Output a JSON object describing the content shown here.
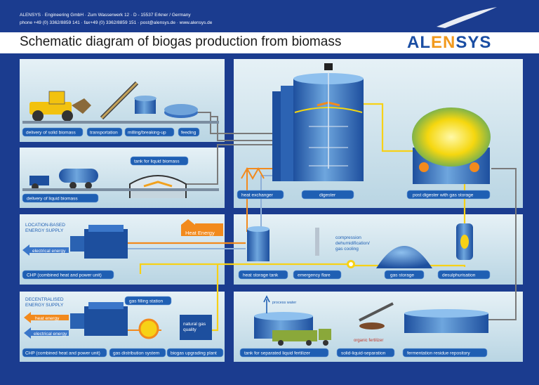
{
  "header": {
    "address_line1": "ALENSYS · Engineering GmbH · Zum Wasserwerk 12 · D - 15537 Erkner / Germany",
    "address_line2": "phone +49 (0) 3362/8859 141 · fax+49 (0) 3362/8859 151 · post@alensys.de · www.alensys.de",
    "title": "Schematic diagram of biogas production from biomass",
    "logo_part1": "AL",
    "logo_part2": "EN",
    "logo_part3": "SYS"
  },
  "colors": {
    "background": "#1b3c8f",
    "panel": "#cfe4ee",
    "label_box": "#1f5fb3",
    "heat_pipe": "#f28a1d",
    "gas_pipe": "#f7d117",
    "water_pipe": "#7a7a7a",
    "logo_blue": "#1b4ea3",
    "logo_orange": "#f29a1d"
  },
  "labels": {
    "delivery_solid": "delivery of solid biomass",
    "transportation": "transportation",
    "milling": "milling/breaking-up",
    "feeding": "feeding",
    "tank_liquid": "tank for liquid biomass",
    "delivery_liquid": "delivery of liquid biomass",
    "heat_exchanger": "heat exchanger",
    "digester": "digester",
    "post_digester": "post digester with gas storage",
    "location_based_1": "LOCATION-BASED",
    "location_based_2": "ENERGY SUPPLY",
    "heat_energy_upper": "Heat Energy",
    "electrical_energy_1": "electrical energy",
    "chp_1": "CHP (combined heat and power unit)",
    "heat_storage": "heat storage tank",
    "emergency_flare": "emergency flare",
    "compression_1": "compression",
    "compression_2": "dehumidification/",
    "compression_3": "gas cooling",
    "gas_storage": "gas storage",
    "desulph": "desulphurisation",
    "decentral_1": "DECENTRALISED",
    "decentral_2": "ENERGY SUPPLY",
    "gas_filling": "gas filling station",
    "heat_energy_lower": "heat energy",
    "electrical_energy_2": "electrical energy",
    "natural_gas_1": "natural gas",
    "natural_gas_2": "quality",
    "chp_2": "CHP (combined heat and power unit)",
    "gas_distribution": "gas distribution system",
    "biogas_upgrading": "biogas upgrading plant",
    "process_water": "process water",
    "organic_fertilizer": "organic fertilizer",
    "tank_separated": "tank for separated liquid fertilizer",
    "solid_liquid": "solid-liquid-separation",
    "fermentation": "fermentation residue repository"
  }
}
